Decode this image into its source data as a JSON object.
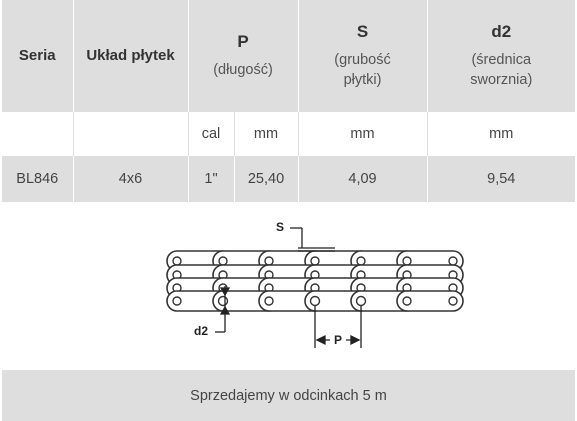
{
  "headers": {
    "seria": "Seria",
    "uklad": "Układ płytek",
    "p_title": "P",
    "p_sub": "(długość)",
    "s_title": "S",
    "s_sub_1": "(grubość",
    "s_sub_2": "płytki)",
    "d2_title": "d2",
    "d2_sub_1": "(średnica",
    "d2_sub_2": "sworznia)"
  },
  "units": {
    "seria": "",
    "uklad": "",
    "p_cal": "cal",
    "p_mm": "mm",
    "s_mm": "mm",
    "d2_mm": "mm"
  },
  "row": {
    "seria": "BL846",
    "uklad": "4x6",
    "p_cal": "1\"",
    "p_mm": "25,40",
    "s_mm": "4,09",
    "d2_mm": "9,54"
  },
  "diagram": {
    "label_s": "S",
    "label_d2": "d2",
    "label_p": "P"
  },
  "footer": {
    "text": "Sprzedajemy w odcinkach 5 m"
  },
  "colors": {
    "header_bg": "#dedede",
    "text": "#333333"
  }
}
